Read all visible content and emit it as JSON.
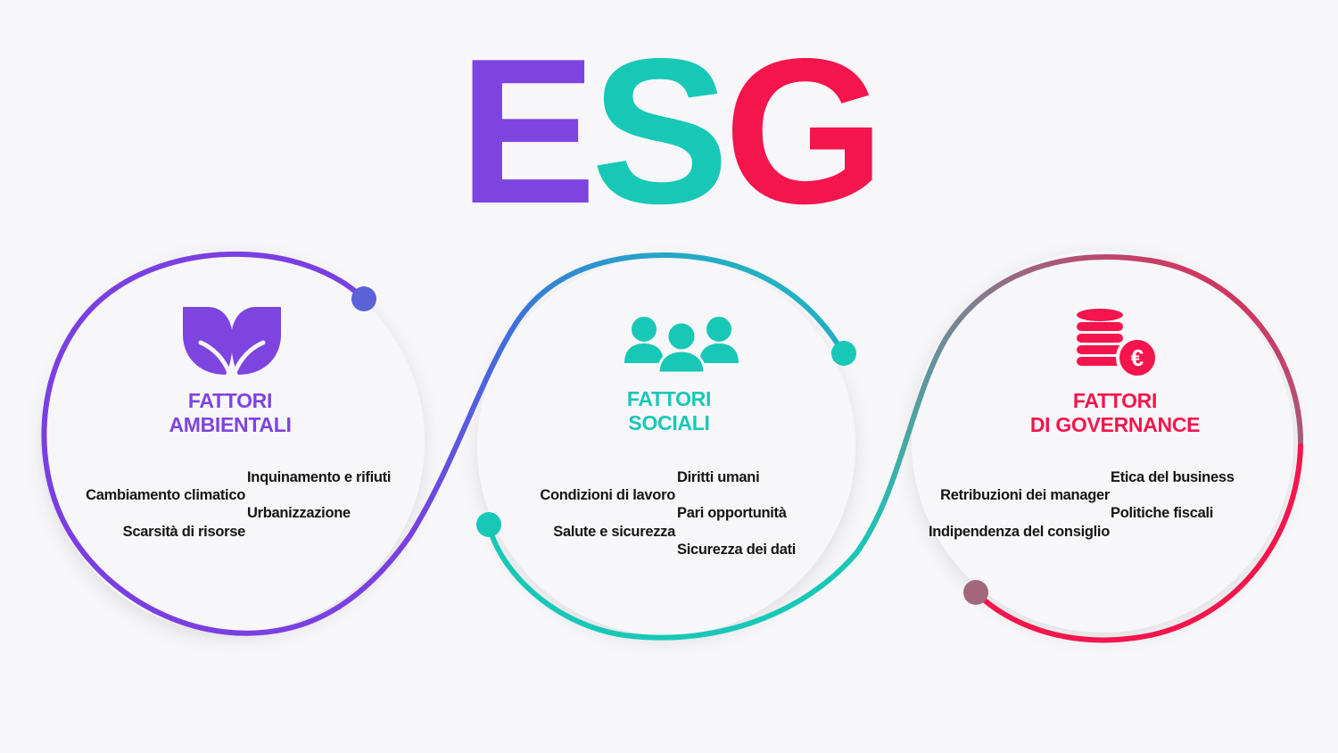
{
  "title": {
    "letters": [
      "E",
      "S",
      "G"
    ]
  },
  "colors": {
    "environment": "#7e44e0",
    "social": "#18c8b7",
    "governance": "#f5154d",
    "text": "#151515",
    "background": "#f7f7f9"
  },
  "sections": [
    {
      "icon": "leaf-icon",
      "title_line1": "FATTORI",
      "title_line2": "AMBIENTALI",
      "items_left": [
        "Cambiamento climatico",
        "Scarsità di risorse"
      ],
      "items_right": [
        "Inquinamento e rifiuti",
        "Urbanizzazione"
      ]
    },
    {
      "icon": "people-icon",
      "title_line1": "FATTORI",
      "title_line2": "SOCIALI",
      "items_left": [
        "Condizioni di lavoro",
        "Salute e sicurezza"
      ],
      "items_right": [
        "Diritti umani",
        "Pari opportunità",
        "Sicurezza dei dati"
      ]
    },
    {
      "icon": "coins-euro-icon",
      "title_line1": "FATTORI",
      "title_line2": "DI GOVERNANCE",
      "items_left": [
        "Retribuzioni dei manager",
        "Indipendenza del consiglio"
      ],
      "items_right": [
        "Etica del business",
        "Politiche fiscali"
      ]
    }
  ],
  "euro_symbol": "€"
}
